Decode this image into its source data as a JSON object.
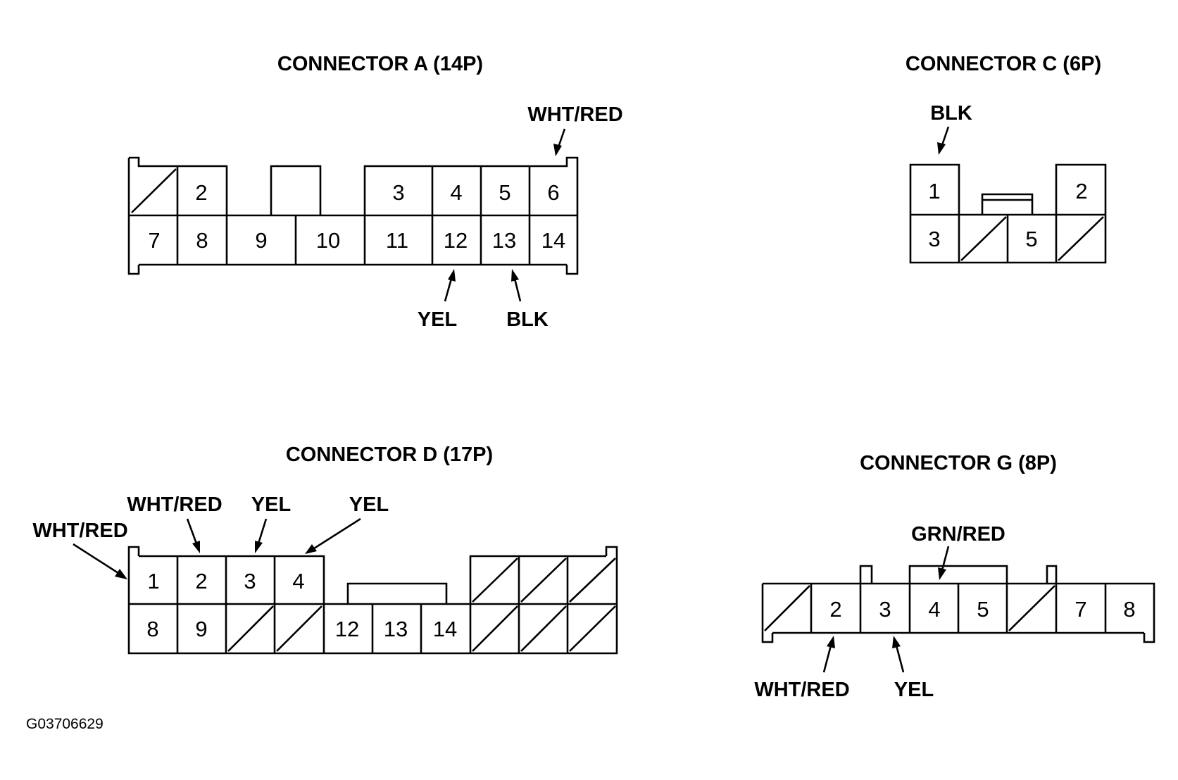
{
  "connectors": {
    "a": {
      "title": "CONNECTOR A (14P)",
      "pins": {
        "p2": "2",
        "p3": "3",
        "p4": "4",
        "p5": "5",
        "p6": "6",
        "p7": "7",
        "p8": "8",
        "p9": "9",
        "p10": "10",
        "p11": "11",
        "p12": "12",
        "p13": "13",
        "p14": "14"
      },
      "wires": {
        "pin6": "WHT/RED",
        "pin12": "YEL",
        "pin13": "BLK"
      }
    },
    "c": {
      "title": "CONNECTOR C (6P)",
      "pins": {
        "p1": "1",
        "p2": "2",
        "p3": "3",
        "p5": "5"
      },
      "wires": {
        "pin1": "BLK"
      }
    },
    "d": {
      "title": "CONNECTOR D (17P)",
      "pins": {
        "p1": "1",
        "p2": "2",
        "p3": "3",
        "p4": "4",
        "p8": "8",
        "p9": "9",
        "p12": "12",
        "p13": "13",
        "p14": "14"
      },
      "wires": {
        "pin1": "WHT/RED",
        "pin2": "WHT/RED",
        "pin3": "YEL",
        "pin4": "YEL"
      }
    },
    "g": {
      "title": "CONNECTOR G (8P)",
      "pins": {
        "p2": "2",
        "p3": "3",
        "p4": "4",
        "p5": "5",
        "p7": "7",
        "p8": "8"
      },
      "wires": {
        "pin2": "WHT/RED",
        "pin3": "YEL",
        "pin4": "GRN/RED"
      }
    }
  },
  "figure_code": "G03706629"
}
